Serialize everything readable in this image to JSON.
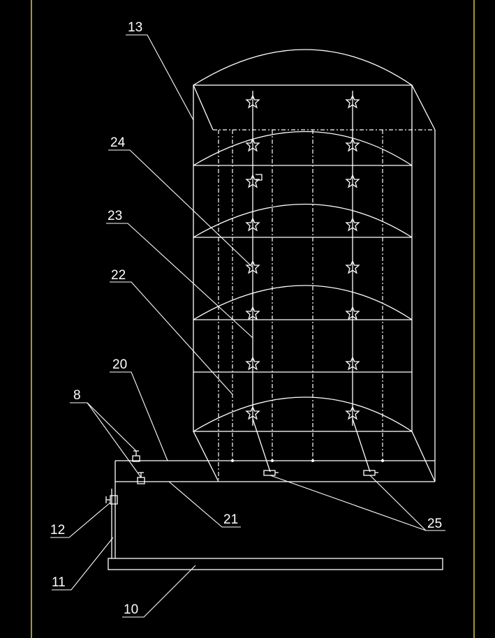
{
  "diagram": {
    "labels": {
      "l13": "13",
      "l24": "24",
      "l23": "23",
      "l22": "22",
      "l20": "20",
      "l8": "8",
      "l12": "12",
      "l11": "11",
      "l10": "10",
      "l21": "21",
      "l25": "25"
    }
  }
}
